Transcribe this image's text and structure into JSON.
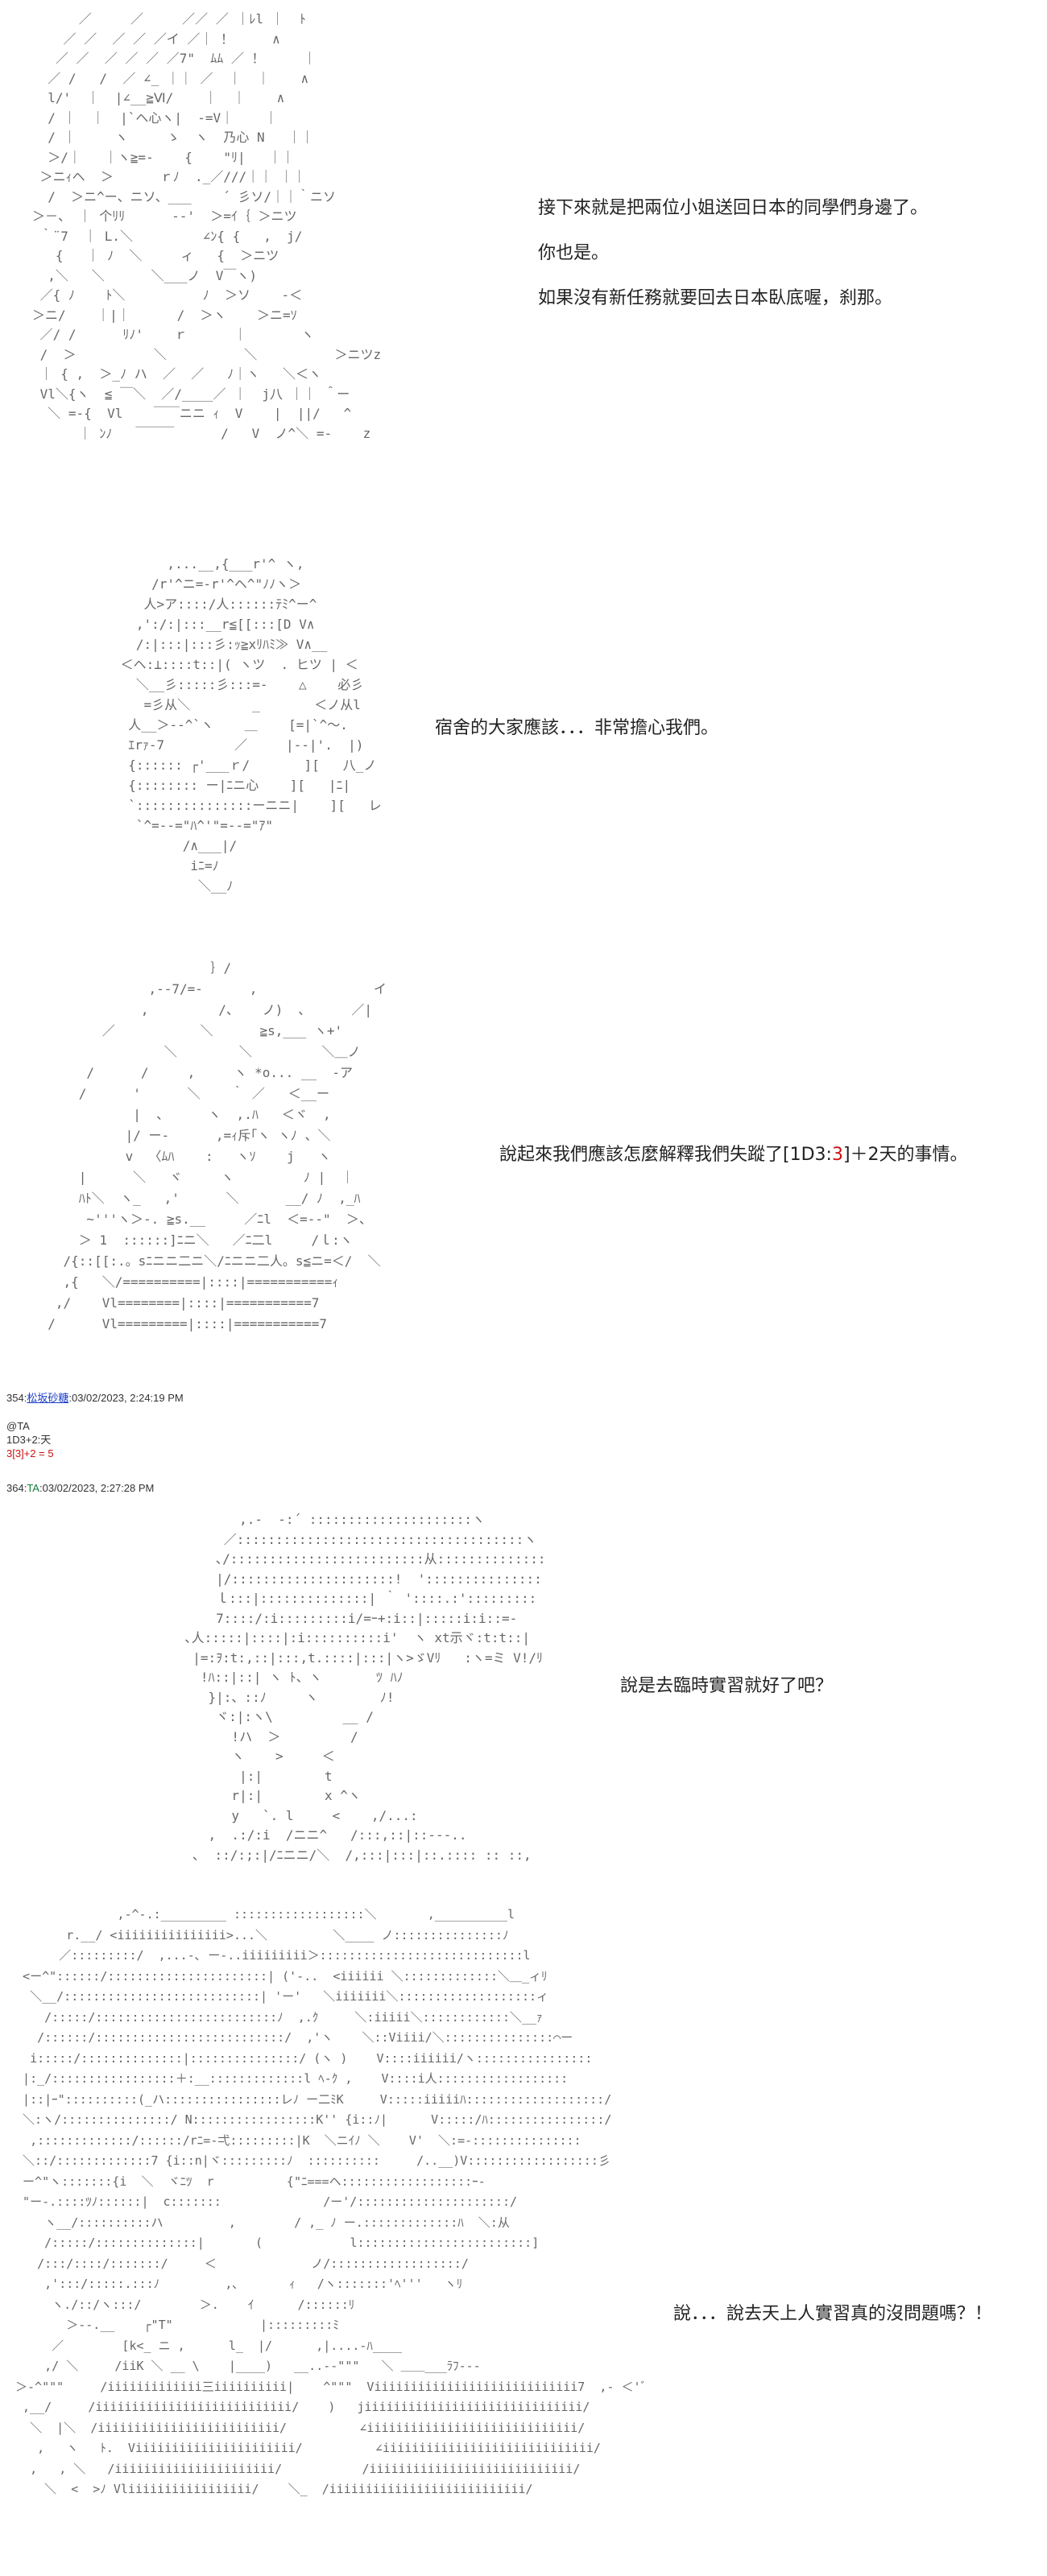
{
  "panels": [
    {
      "art": "      ／     ／     ／／ ／ ｜ﾚl ｜  ﾄ\n    ／ ／  ／ ／ ／イ ／｜ ！     ∧\n   ／ ／  ／ ／ ／ ／7\"  ﾑﾑ ／ ！     ｜\n  ／ /   /  ／ ∠_ ｜｜ ／  ｜  ｜    ∧\n  l/'  ｜  |∠__≧Ⅵ/    ｜  ｜    ∧\n  / ｜  ｜  |`ヘ心ヽ|  -=V｜    ｜\n  / ｜     ヽ     ゝ  ヽ  乃心 N   ｜｜\n  ＞/｜   ｜ヽ≧=-    {    \"ﾘ|   ｜｜\n ＞ニｨヘ  ＞      ｒﾉ  ._／///｜｜ ｜｜\n  /  ＞ニ^ー、ニソ、___    ´ 彡ソ/｜｜｀ニソ\n＞－、 ｜ 个ﾘﾘ      -‐'  ＞=ｲ｛ ＞ニツ\n ｀¨7  ｜ L.＼         ∠ﾝ{ {   ,  j/\n   {   ｜ ﾉ  ＼     ィ   {  ＞ニツ\n  ,＼   ＼      ＼___ノ  V￣ヽ)\n ／{ ﾉ    ﾄ＼          ﾉ  ＞ソ    -＜\n＞ニ/    ｜|｜      /  ＞ヽ    ＞ニ=ｿ\n ／/ /      ﾘﾉ'    ｒ      ｜       ヽ\n /  ＞          ＼          ＼          ＞ニツz\n ｜ { ,  ＞_ﾉ ハ  ／  ／   ﾉ｜ヽ   ＼＜ヽ\n Vl＼{ヽ  ≦ ￣＼  ／/____／ ｜  j八 ｜｜ ＾ー\n  ＼ =-{  Vl    ￣￣ニニ ｨ  V    |  ||/   ^\n      ｜ ﾝﾉ   ￣￣￣      /   V  ノ^＼ =-    z",
      "lines": [
        "接下來就是把兩位小姐送回日本的同學們身邊了。",
        "你也是。",
        "如果沒有新任務就要回去日本臥底喔，刹那。"
      ]
    },
    {
      "art": "       ,...__,{___r'^ ヽ,\n     /r'^ニ=-r'^ヘ^\"ﾉﾉヽ＞\n    人>ア::::/人::::::ﾃﾐ^ー^\n   ,':/:|:::__r≦[[:::[D V∧\n   /:|:::|:::彡:ｯ≧xﾘﾊﾐ≫ V∧__\n ＜ヘ:⊥::::t::|( ヽツ  . ヒツ | ＜\n   ＼__彡:::::彡:::=-    △    必彡\n    =彡从＼        _       ＜ノ从l\n  人__＞--^`ヽ    ＿    [=|`^～.\n  ｴrｧ-7         ／     |--|'.  |)\n  {:::::: ┌'___ｒ/       ][   八_ノ\n  {:::::::: ー|ﾆニ心    ][   |ﾆ|\n  `:::::::::::::::ーニニ|    ][   レ\n   `^=--=\"ﾊ^'\"=--=\"ｱ\"\n         /∧___|/\n          iﾆ=ﾉ\n           ＼__ﾉ",
      "lines": [
        "宿舍的大家應該．．．非常擔心我們。"
      ]
    },
    {
      "art": "                       ｝/\n               ,--7/=-      ,               イ\n              ,         /、   ノ)  ､      ／|\n         ／           ＼      ≧s,___ ヽ+'\n                 ＼        ＼         ＼＿ノ\n       /      /     ,     ヽ *o... __  -ア\n      /      '      ＼    ｀ ／   ＜__ー\n             |  、     ヽ  ,.ﾊ   ＜ヾ  ,\n            |/ ー-      ,=ｨ斥｢ヽ ヽﾉ 、＼\n            v  〈ﾑﾊ    :   ヽｿ    j   ヽ\n      |      ＼   ヾ     ヽ         ﾉ |  ｜\n      ﾊﾄ＼  ヽ_   ,'      ＼      __/ ﾉ  ,_ﾊ\n       ~'''ヽ＞-. ≧s.__     ／ﾆl  ＜=-‐\"  ＞、\n      ＞ 1  ::::::]ﾆニ＼   ／ﾆ二l     /ｌ:ヽ\n    /{::[[:.。sﾆニニ二ニ＼/ﾆニニ二人。s≦ニ=＜/  ＼\n    ,{   ＼/==========|::::|===========ｨ\n   ,/    Vl========|::::|===========7\n  /      Vl=========|::::|===========7",
      "lines_html": true,
      "line_parts": {
        "before": "說起來我們應該怎麼解釋我們失蹤了[1D3:",
        "red": "3",
        "after": "]＋2天的事情。"
      }
    },
    {
      "art": "        ,.‐  ‐:´ :::::::::::::::::::::ヽ\n      ／:::::::::::::::::::::::::::::::::::::ヽ\n     ､/:::::::::::::::::::::::::从::::::::::::::\n     |/:::::::::::::::::::::!  ':::::::::::::::\n     ｌ:::|::::::::::::::| ｀ '::::.:':::::::::\n     7::::/:i:::::::::i/=ｰ+:i::|:::::i:i::=-\n ､人:::::|::::|:i::::::::::i'  ヽ xt示ヾ:t:t::|\n  |=:ｦ:t:,::|:::,t.::::|:::|ヽ>ゞVﾘ   :ヽ=ミ V!/ﾘ\n   !ﾊ::|::| ヽ ﾄ、ヽ       ﾂ ﾊﾉ\n    }|:、::ﾉ     ヽ        ﾉ!\n     ヾ:|:ヽ\\         __ /\n       !ハ  ＞         /\n       ヽ    >     ＜\n        |:|        t\n       r|:|        x ^ヽ\n       y   `. l     <    ,/...:\n    ,  .:/:i  /ニニ^   /:::,::|::---..\n  ､  ::/:;:|/ﾆニニ/＼  /,:::|:::|::.:::: :: ::,",
      "lines": [
        "說是去臨時實習就好了吧？"
      ]
    },
    {
      "art": "               ,-^-.:_________ ::::::::::::::::::＼       ,__________l\n        r.__/ <iiiiiiiiiiiiiii>...＼         ＼____ ノ:::::::::::::::ﾉ\n       ／:::::::::/  ,...-､ ー-..iiiiiiiii＞::::::::::::::::::::::::::::l\n  <ー^\"::::::/::::::::::::::::::::::| ('-..  <iiiiii ＼:::::::::::::＼＿_ィﾘ\n   ＼__/:::::::::::::::::::::::::::| 'ー'   ＼iiiiiii＼:::::::::::::::::::ィ\n     /:::::/:::::::::::::::::::::::::ﾉ  ,.ｸ     ＼:iiiii＼::::::::::::＼__ｧ\n    /::::::/::::::::::::::::::::::::::/  ,'ヽ    ＼::Viiii/＼:::::::::::::::⌒ー\n   i:::::/::::::::::::::|:::::::::::::::/ (ヽ )    V::::iiiiii/ヽ::::::::::::::::\n  |:_/:::::::::::::::::＋:__:::::::::::::l ﾍ-ｸ ,    V::::i人::::::::::::::::::\n  |::|ｰ\"::::::::::(_ハ::::::::::::::::レﾉ ー二ﾐK     V:::::iiiiiﾊ:::::::::::::::::::/\n  ＼:ヽ/:::::::::::::::/ N:::::::::::::::::K'' {i::ﾉ|      V:::::/ﾊ::::::::::::::::/\n   ,:::::::::::::/::::::/rﾆ=-弌:::::::::|K  ＼ニｲﾉ ＼    V'  ＼:=-:::::::::::::::\n  ＼::/:::::::::::::7 {i::n|ヾ:::::::::ﾉ  ::::::::::     /..__)V::::::::::::::::::彡\n  ー^\"ヽ:::::::{i  ＼  ヾﾆﾂ  r          {\"ﾆ===ヘ::::::::::::::::::ｰ-\n  \"ー-.::::ﾂﾉ::::::|  c:::::::              /ー'/:::::::::::::::::::::/\n     ヽ__/::::::::::ハ         ,        / ,_ ﾉ ー.:::::::::::::ﾊ  ＼:从\n     /:::::/::::::::::::::|       (            l::::::::::::::::::::::::]\n    /:::/::::/:::::::/     ＜             ノ/::::::::::::::::::/\n     ,':::/:::::.:::ﾉ         ,､       ｨ   /ヽ:::::::'ﾍ'''   ヽﾘ\n      ヽ./::/ヽ:::/        ＞.    ｲ      /::::::ﾘ\n        ＞-‐.__    ┌\"T\"            |:::::::::ﾐ\n      ／        [k<_ ニ ,      l_  |/      ,|....-ﾊ____\n     ,/ ＼     /iiK ＼ __ \\    |____)   __..--\"\"\"   ＼ ＿＿___ﾗﾌ-‐-\n ＞-^\"\"\"     /iiiiiiiiiiiii三iiiiiiiiii|    ^\"\"\"  Viiiiiiiiiiiiiiiiiiiiiiiiiiii7  ,- ＜'ﾞ\n  ,__/     /iiiiiiiiiiiiiiiiiiiiiiiiiii/    )   jiiiiiiiiiiiiiiiiiiiiiiiiiiiiii/\n   ＼  |＼  /iiiiiiiiiiiiiiiiiiiiiiiii/          ∠iiiiiiiiiiiiiiiiiiiiiiiiiiiii/\n    ,   ヽ   ﾄ.  Viiiiiiiiiiiiiiiiiiiiii/          ∠iiiiiiiiiiiiiiiiiiiiiiiiiiiii/\n   ,   , ＼   /iiiiiiiiiiiiiiiiiiiiii/           /iiiiiiiiiiiiiiiiiiiiiiiiiiii/\n     ＼  <  >ﾉ Vliiiiiiiiiiiiiiiii/    ＼_  /iiiiiiiiiiiiiiiiiiiiiiiiiii/",
      "lines": [
        "說．．．說去天上人實習真的沒問題嗎？！"
      ]
    }
  ],
  "posts": [
    {
      "num": "354",
      "name": "松坂砂糖",
      "date": "03/02/2023, 2:24:19 PM",
      "body": [
        "@TA",
        "1D3+2:天"
      ],
      "roll": "3[3]+2 = 5"
    },
    {
      "num": "364",
      "name": "TA",
      "date": "03/02/2023, 2:27:28 PM"
    }
  ]
}
